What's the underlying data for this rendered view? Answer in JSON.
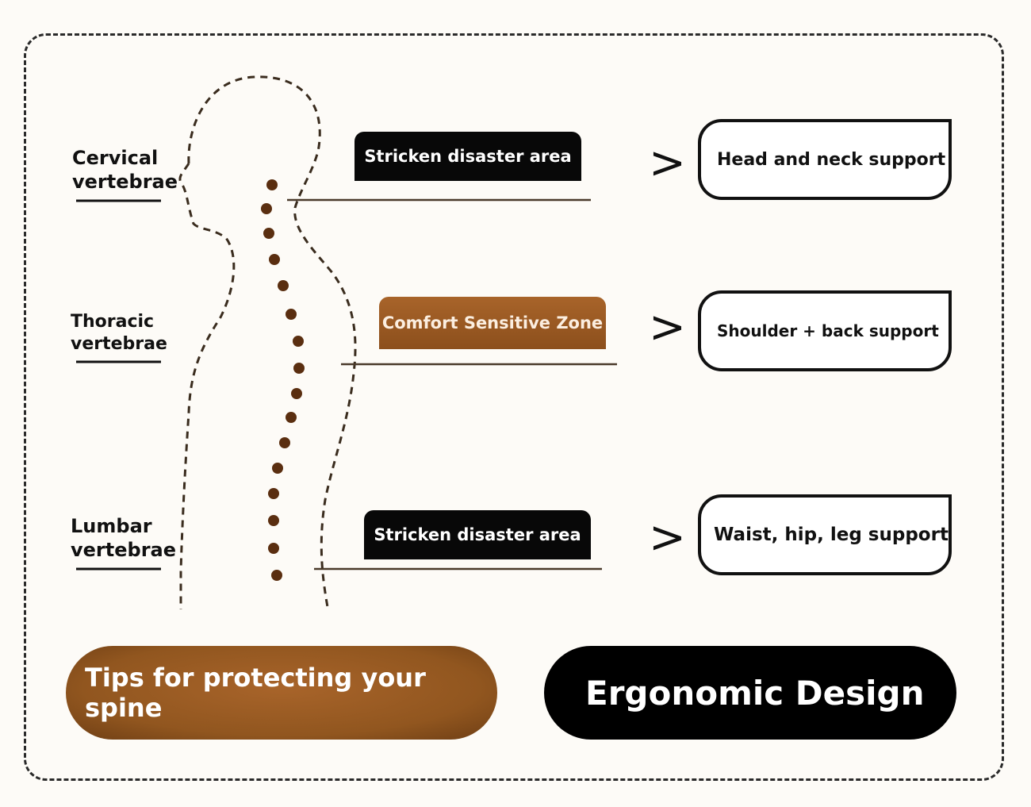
{
  "regions": [
    {
      "label": "Cervical\nvertebrae",
      "tag": "Stricken disaster area",
      "tag_style": "dark",
      "support": "Head and neck support"
    },
    {
      "label": "Thoracic\nvertebrae",
      "tag": "Comfort Sensitive Zone",
      "tag_style": "brown",
      "support": "Shoulder + back support"
    },
    {
      "label": "Lumbar\nvertebrae",
      "tag": "Stricken disaster area",
      "tag_style": "dark",
      "support": "Waist, hip, leg support"
    }
  ],
  "arrow_glyph": ">",
  "footer": {
    "tips": "Tips for protecting your spine",
    "design": "Ergonomic Design"
  },
  "colors": {
    "brown": "#9a5a24",
    "dark": "#080808",
    "spine_dot": "#5a2e10",
    "outline": "#5a4630"
  }
}
